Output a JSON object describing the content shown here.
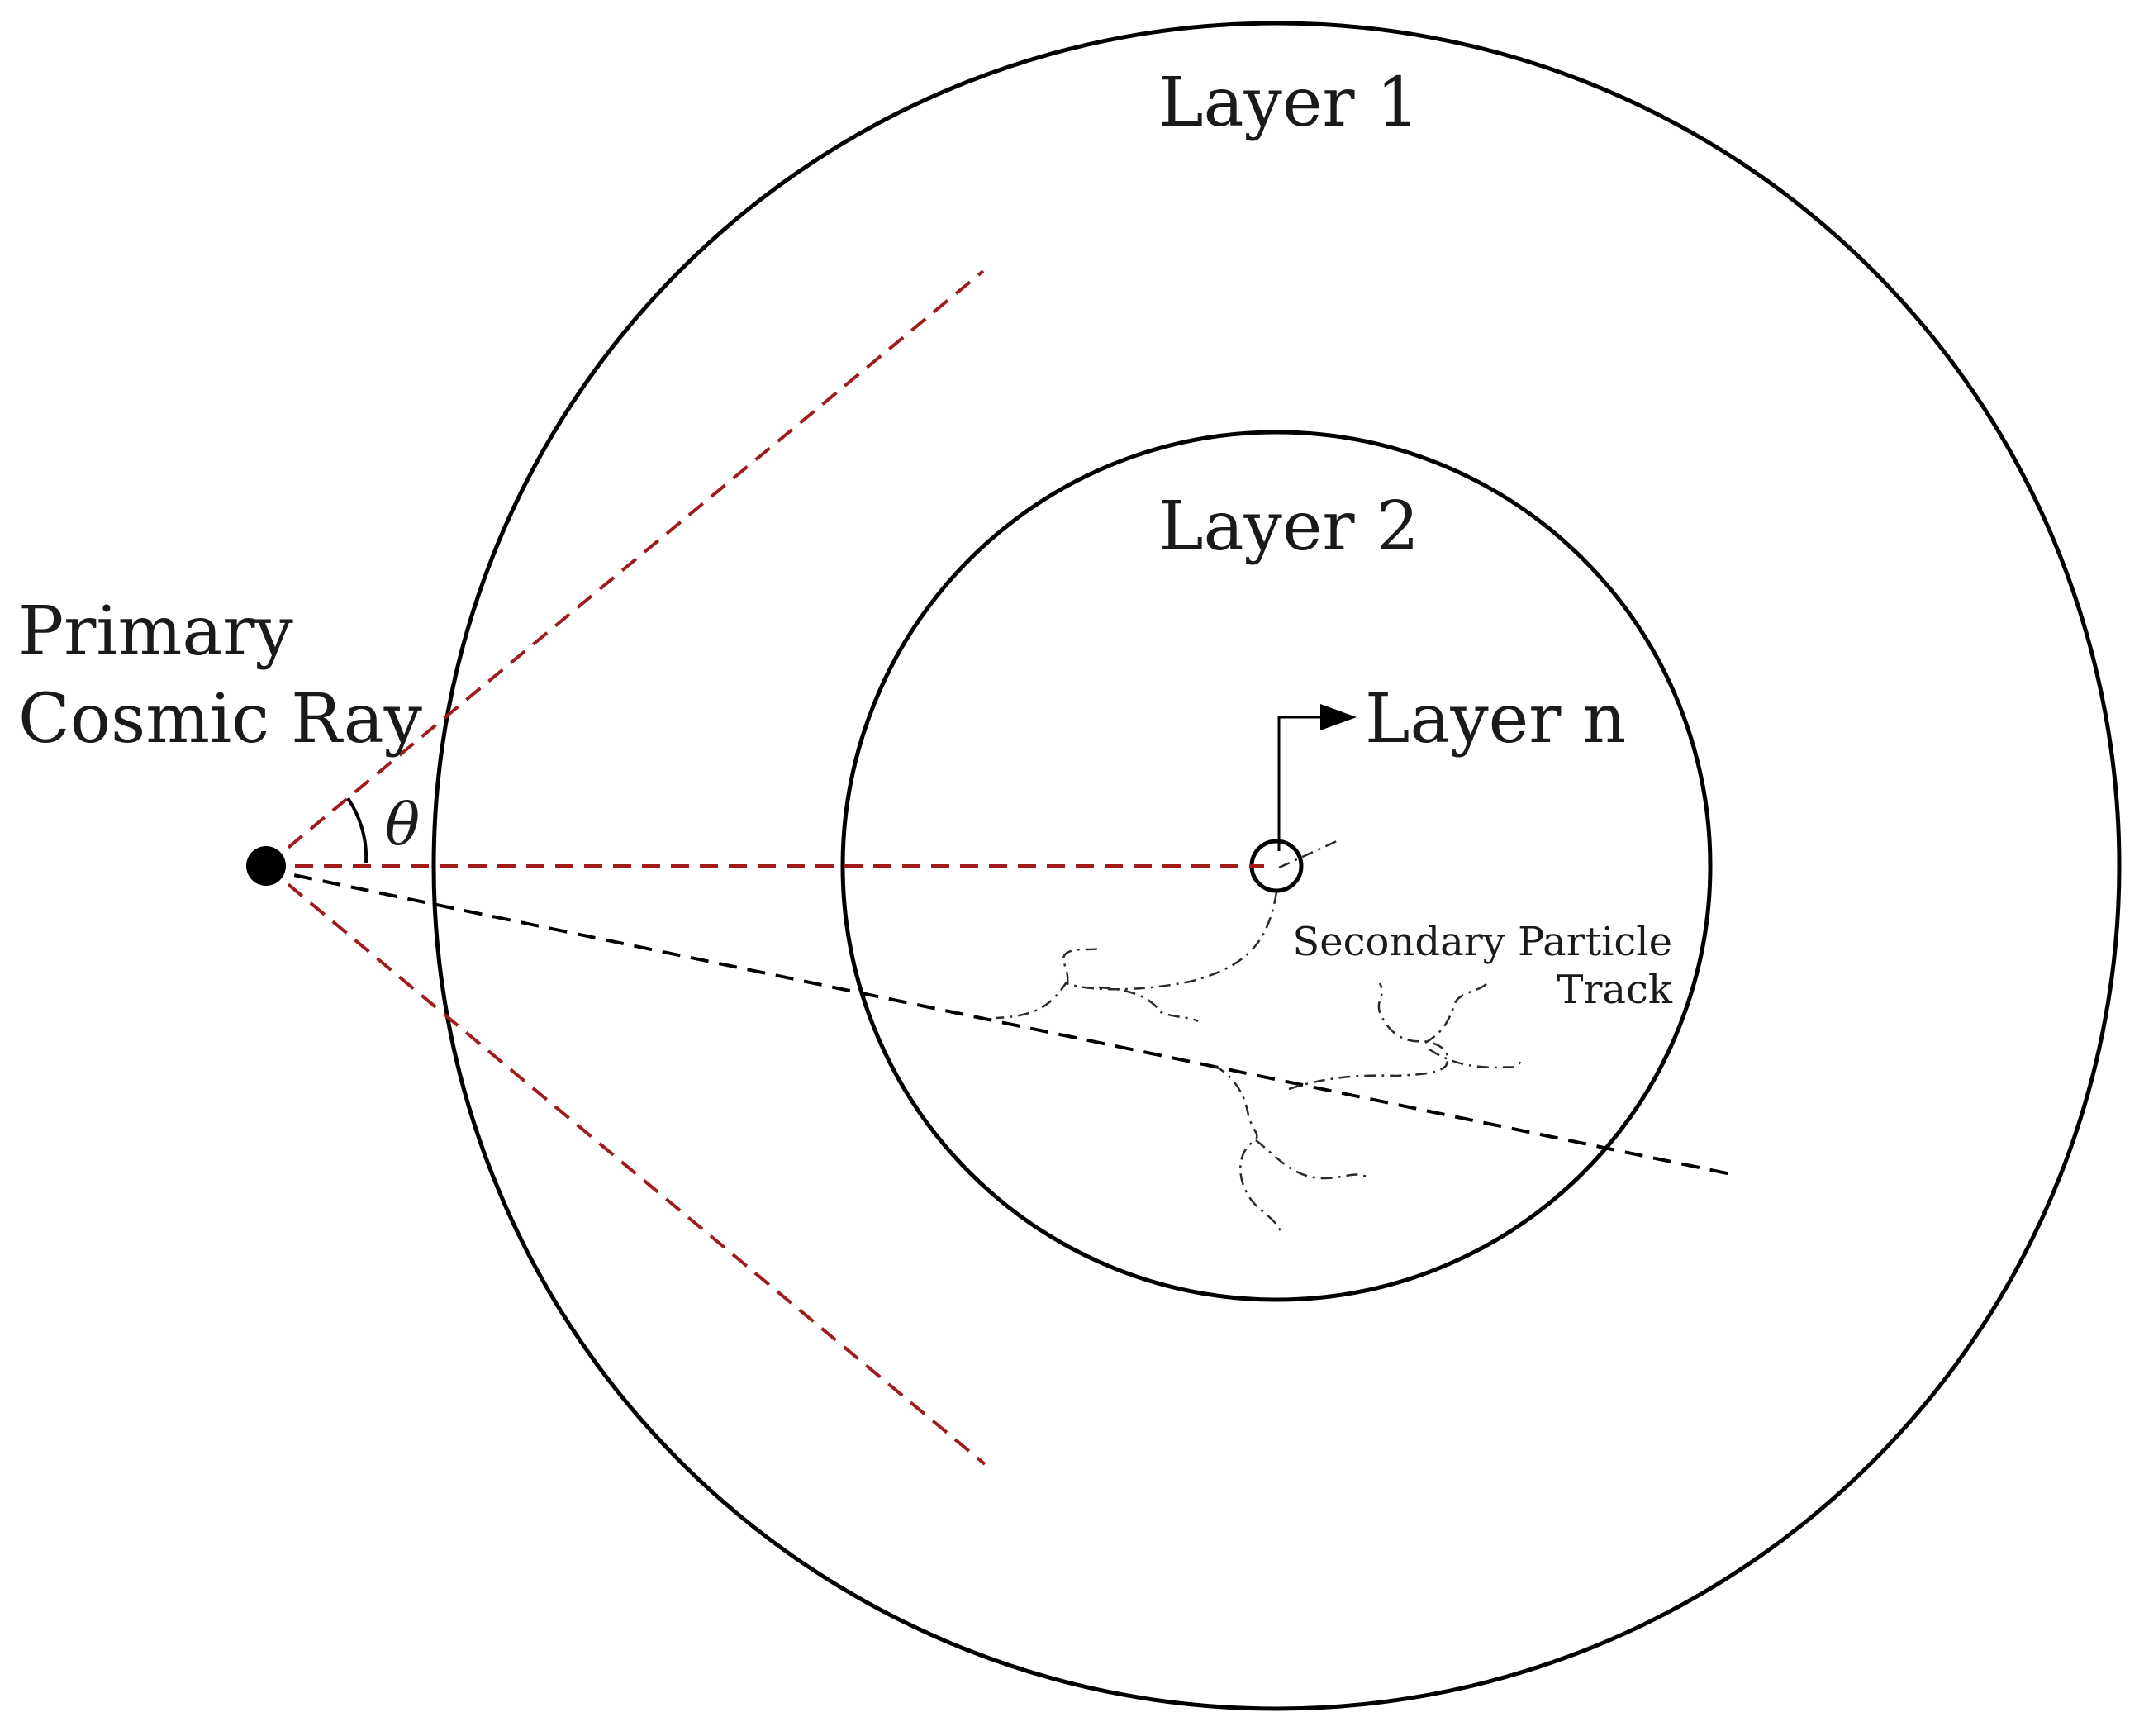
{
  "labels": {
    "layer1": "Layer 1",
    "layer2": "Layer 2",
    "layern": "Layer n",
    "primary_line1": "Primary",
    "primary_line2": "Cosmic Ray",
    "theta": "θ",
    "secondary_line1": "Secondary Particle",
    "secondary_line2": "Track"
  },
  "colors": {
    "cone": "#a01c1c",
    "ray": "#000000",
    "ring": "#000000"
  }
}
